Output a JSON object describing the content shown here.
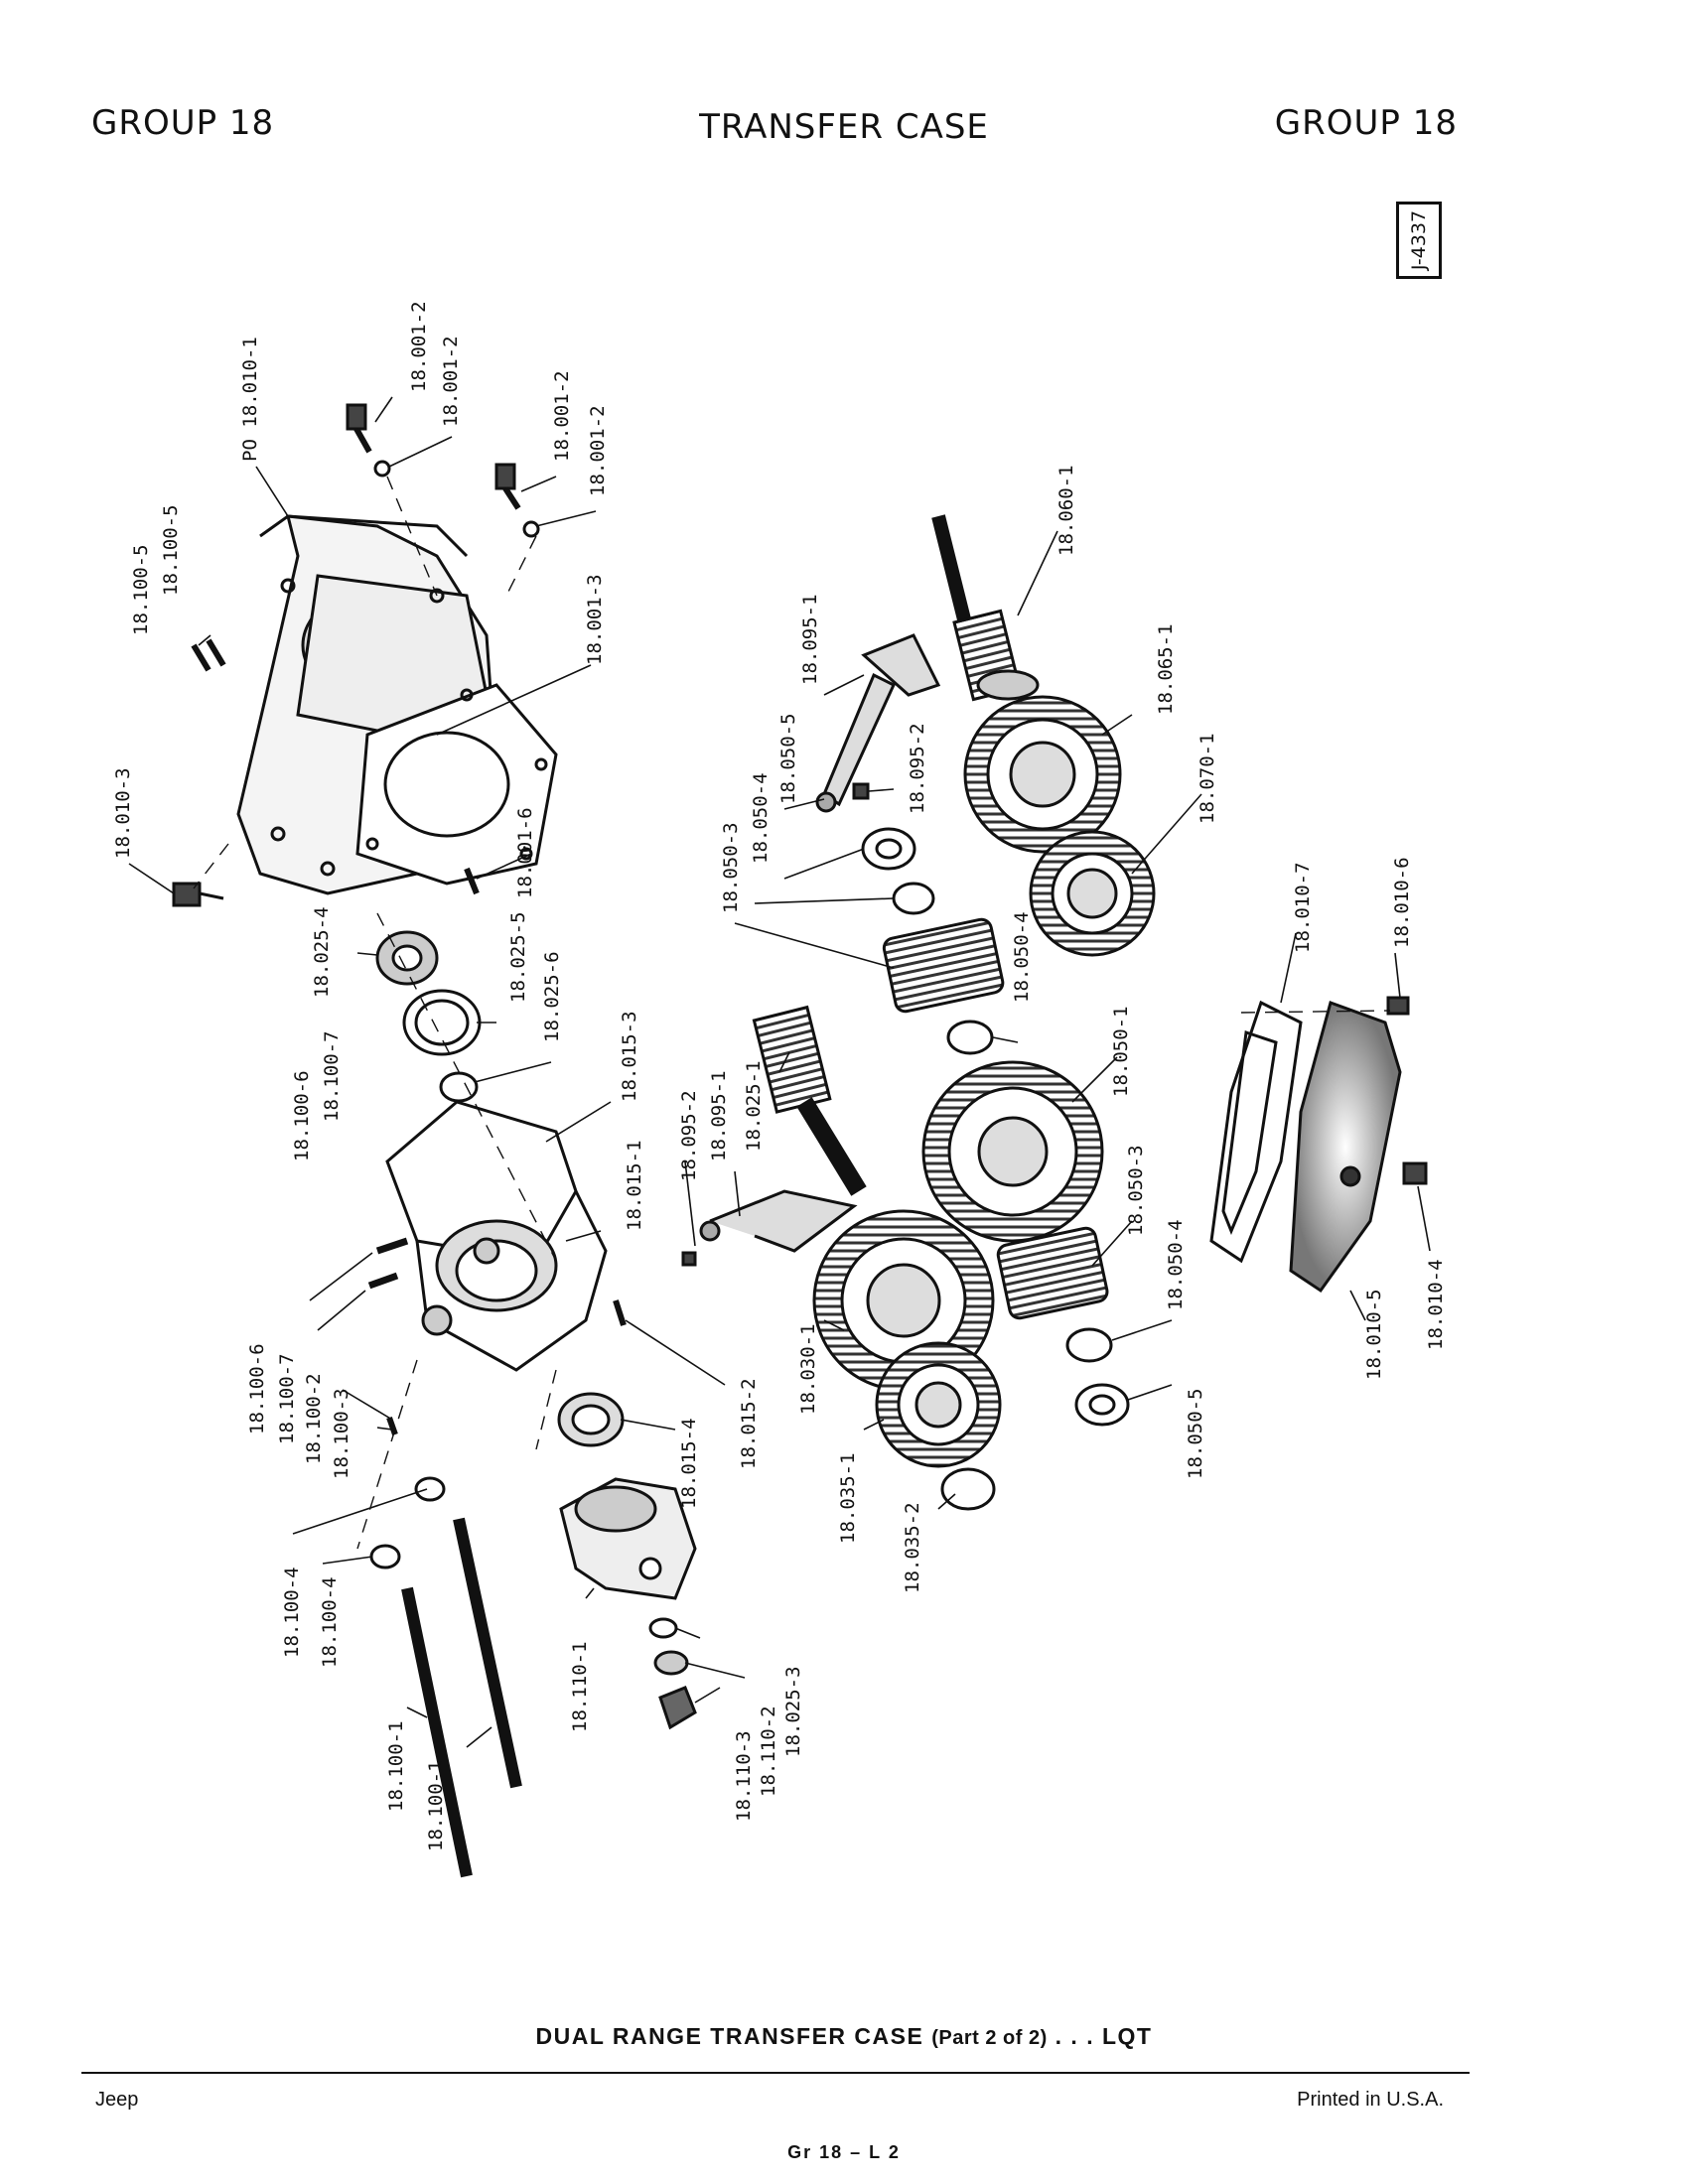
{
  "header": {
    "left": "GROUP 18",
    "center": "TRANSFER CASE",
    "right": "GROUP 18",
    "figure_id": "J-4337"
  },
  "callouts": [
    "PO 18.010-1",
    "18.001-2",
    "18.001-2",
    "18.001-2",
    "18.001-2",
    "18.100-5",
    "18.100-5",
    "18.001-3",
    "18.010-3",
    "18.001-6",
    "18.025-4",
    "18.025-5",
    "18.025-6",
    "18.015-3",
    "18.100-6",
    "18.100-7",
    "18.015-1",
    "18.100-6",
    "18.100-7",
    "18.100-2",
    "18.100-3",
    "18.015-2",
    "18.015-4",
    "18.100-4",
    "18.100-4",
    "18.100-1",
    "18.100-1",
    "18.110-1",
    "18.110-3",
    "18.110-2",
    "18.025-3",
    "18.060-1",
    "18.095-1",
    "18.065-1",
    "18.095-2",
    "18.050-5",
    "18.050-4",
    "18.050-3",
    "18.070-1",
    "18.050-4",
    "18.095-2",
    "18.095-1",
    "18.025-1",
    "18.050-1",
    "18.050-3",
    "18.050-4",
    "18.030-1",
    "18.050-5",
    "18.035-1",
    "18.035-2",
    "18.010-7",
    "18.010-6",
    "18.010-5",
    "18.010-4"
  ],
  "caption": {
    "main": "DUAL  RANGE  TRANSFER  CASE",
    "part": "(Part 2 of 2)",
    "code": ". . .  LQT"
  },
  "footer": {
    "left": "Jeep",
    "center": "Gr 18  –  L 2",
    "right": "Printed  in U.S.A."
  }
}
